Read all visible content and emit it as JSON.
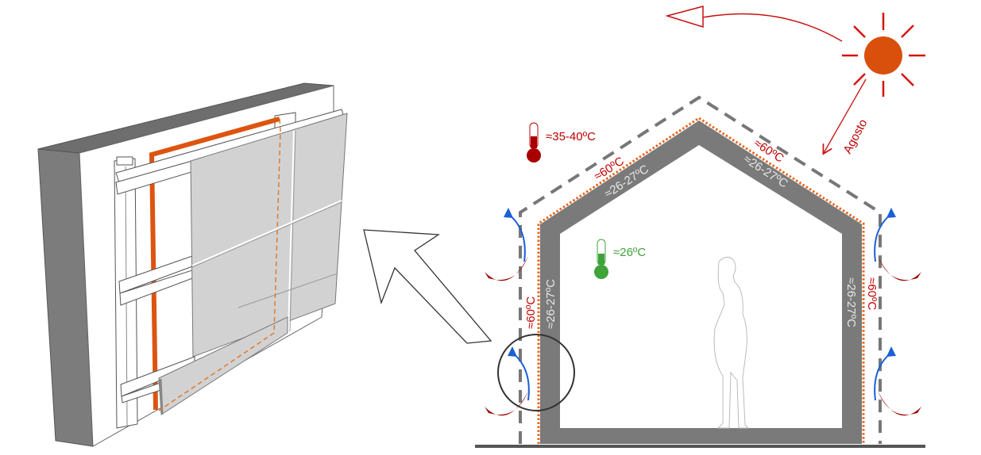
{
  "labels": {
    "outdoor_temp": "≈35-40ºC",
    "indoor_temp": "≈26ºC",
    "roof_left_outer": "≈60ºC",
    "roof_left_inner": "≈26-27ºC",
    "roof_right_outer": "≈60ºC",
    "roof_right_inner": "≈26-27ºC",
    "wall_left_outer": "≈60ºC",
    "wall_left_inner": "≈26-27ºC",
    "wall_right_outer": "≈60ºC",
    "wall_right_inner": "≈26-27ºC",
    "sun_direction": "Agosto"
  },
  "colors": {
    "sun": "#d9500c",
    "ray": "#d81010",
    "hot_text": "#c00000",
    "cool_text": "#ffffff",
    "green": "#3fa33a",
    "wall": "#7a7a7a",
    "insulation": "#e05a10",
    "air_arrow_blue": "#1a5fd6",
    "air_arrow_red": "#9e0000"
  }
}
